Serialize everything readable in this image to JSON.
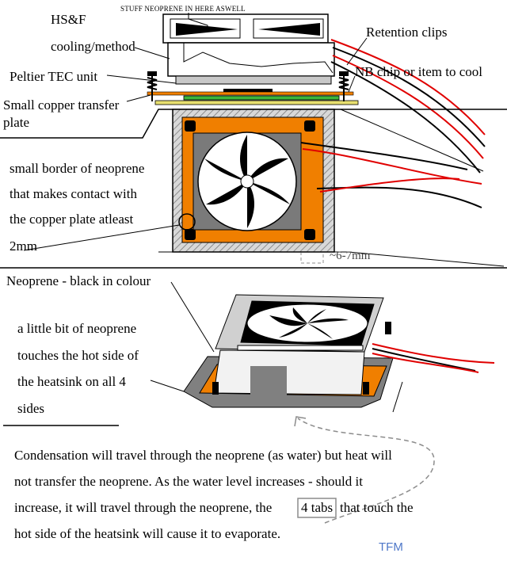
{
  "labels": {
    "stuff_note": "STUFF NEOPRENE IN HERE ASWELL",
    "hsf_line1": "HS&F",
    "hsf_line2": "cooling/method",
    "peltier": "Peltier TEC unit",
    "copper_line1": "Small copper transfer",
    "copper_line2": "plate",
    "retention": "Retention clips",
    "nb_chip": "NB chip or item to cool",
    "border_lines": [
      "small border of neoprene",
      "that makes contact with",
      "the copper plate atleast",
      "2mm"
    ],
    "gap": "~6-7mm",
    "neoprene_color": "Neoprene - black in colour",
    "touch_lines": [
      "a little bit of neoprene",
      "touches the hot side of",
      "the heatsink on all 4",
      "sides"
    ]
  },
  "description": {
    "lines": [
      "Condensation will travel through the neoprene (as water) but heat will",
      "not transfer the neoprene. As the water level increases - should it",
      "increase, it will travel through the neoprene, the",
      "that touch the",
      "hot side of the heatsink will cause it to evaporate."
    ],
    "highlight": "4 tabs"
  },
  "signature": "TFM",
  "colors": {
    "neoprene": "#808080",
    "heatsink_orange": "#f07f00",
    "copper_plate": "#e8e070",
    "plate_green": "#3cb43c",
    "wire_red": "#e00000",
    "signature_blue": "#4f78c8"
  },
  "icons": [
    "fan-icon",
    "spring-clip-icon",
    "mounting-hole-icon"
  ]
}
